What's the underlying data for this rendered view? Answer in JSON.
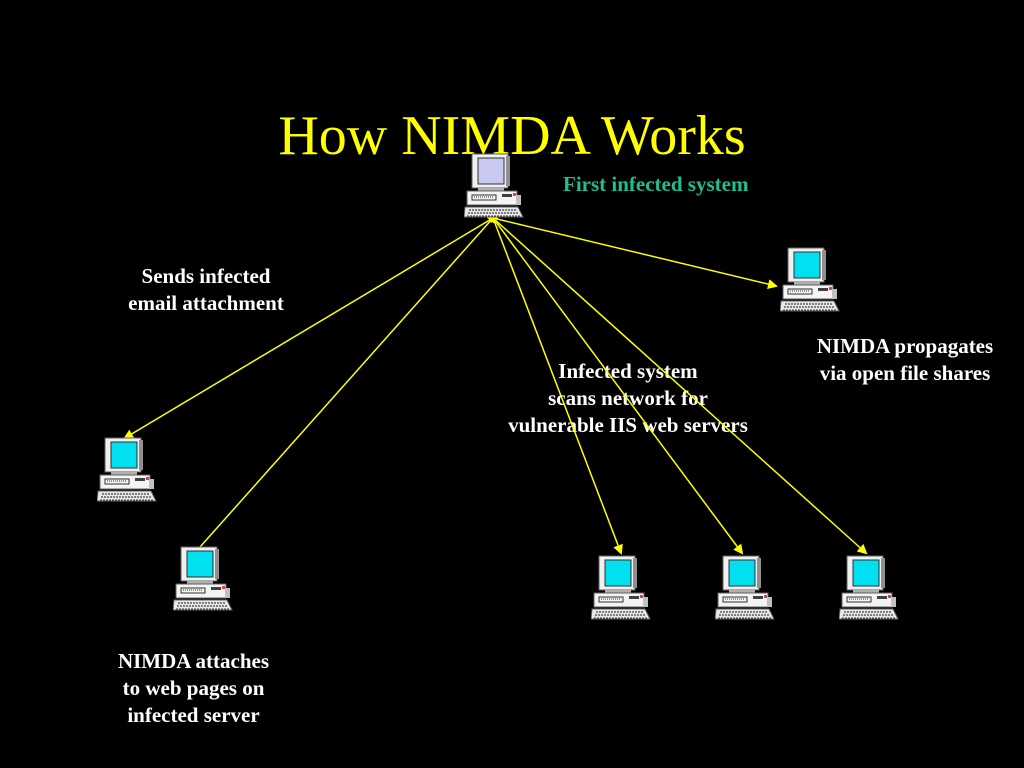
{
  "slide": {
    "title": "How NIMDA Works",
    "title_color": "#ffff00",
    "background": "#000000"
  },
  "labels": {
    "first_infected": "First infected system",
    "first_infected_color": "#1fbf8f",
    "email": "Sends infected\nemail attachment",
    "file_shares": "NIMDA propagates\nvia open file shares",
    "scan": "Infected system\nscans network for\nvulnerable IIS web servers",
    "web_pages": "NIMDA attaches\nto web pages on\ninfected server"
  },
  "colors": {
    "arrow": "#ffff00",
    "screen_source": "#c8c8f0",
    "screen_target": "#00e0f0",
    "label_text": "#ffffff"
  },
  "icons": {
    "computer": "desktop-computer-icon"
  },
  "nodes": [
    {
      "id": "source",
      "role": "first infected system",
      "screen": "screen_source"
    },
    {
      "id": "file-share-target",
      "role": "file share victim",
      "screen": "screen_target"
    },
    {
      "id": "email-target",
      "role": "email victim",
      "screen": "screen_target"
    },
    {
      "id": "web-server",
      "role": "infected web server",
      "screen": "screen_target"
    },
    {
      "id": "iis-server-1",
      "role": "vulnerable IIS server",
      "screen": "screen_target"
    },
    {
      "id": "iis-server-2",
      "role": "vulnerable IIS server",
      "screen": "screen_target"
    },
    {
      "id": "iis-server-3",
      "role": "vulnerable IIS server",
      "screen": "screen_target"
    }
  ],
  "edges": [
    {
      "from": "source",
      "to": "file-share-target",
      "arrowhead": true
    },
    {
      "from": "source",
      "to": "email-target",
      "arrowhead": true
    },
    {
      "from": "source",
      "to": "web-server",
      "arrowhead": false
    },
    {
      "from": "source",
      "to": "iis-server-1",
      "arrowhead": true
    },
    {
      "from": "source",
      "to": "iis-server-2",
      "arrowhead": true
    },
    {
      "from": "source",
      "to": "iis-server-3",
      "arrowhead": true
    }
  ]
}
